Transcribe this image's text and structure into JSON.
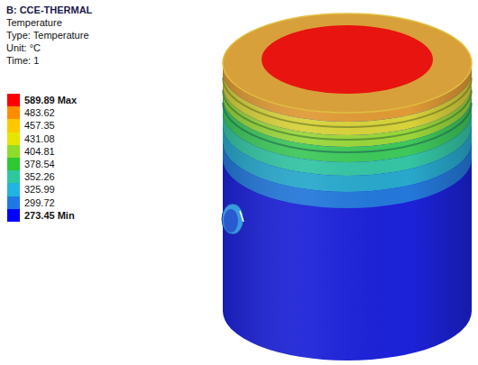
{
  "diagram": {
    "title": "B: CCE-THERMAL",
    "labels": [
      "Temperature",
      "Type: Temperature",
      "Unit: °C",
      "Time: 1"
    ],
    "legend": [
      {
        "text": "589.89 Max",
        "color": "#ff0000"
      },
      {
        "text": "483.62",
        "color": "#ff8c00"
      },
      {
        "text": "457.35",
        "color": "#ffc800"
      },
      {
        "text": "431.08",
        "color": "#e6e600"
      },
      {
        "text": "404.81",
        "color": "#8fdc2a"
      },
      {
        "text": "378.54",
        "color": "#2ec832"
      },
      {
        "text": "352.26",
        "color": "#2ec8a0"
      },
      {
        "text": "325.99",
        "color": "#22b4e0"
      },
      {
        "text": "299.72",
        "color": "#1e78e6"
      },
      {
        "text": "273.45 Min",
        "color": "#0000ff"
      }
    ]
  }
}
